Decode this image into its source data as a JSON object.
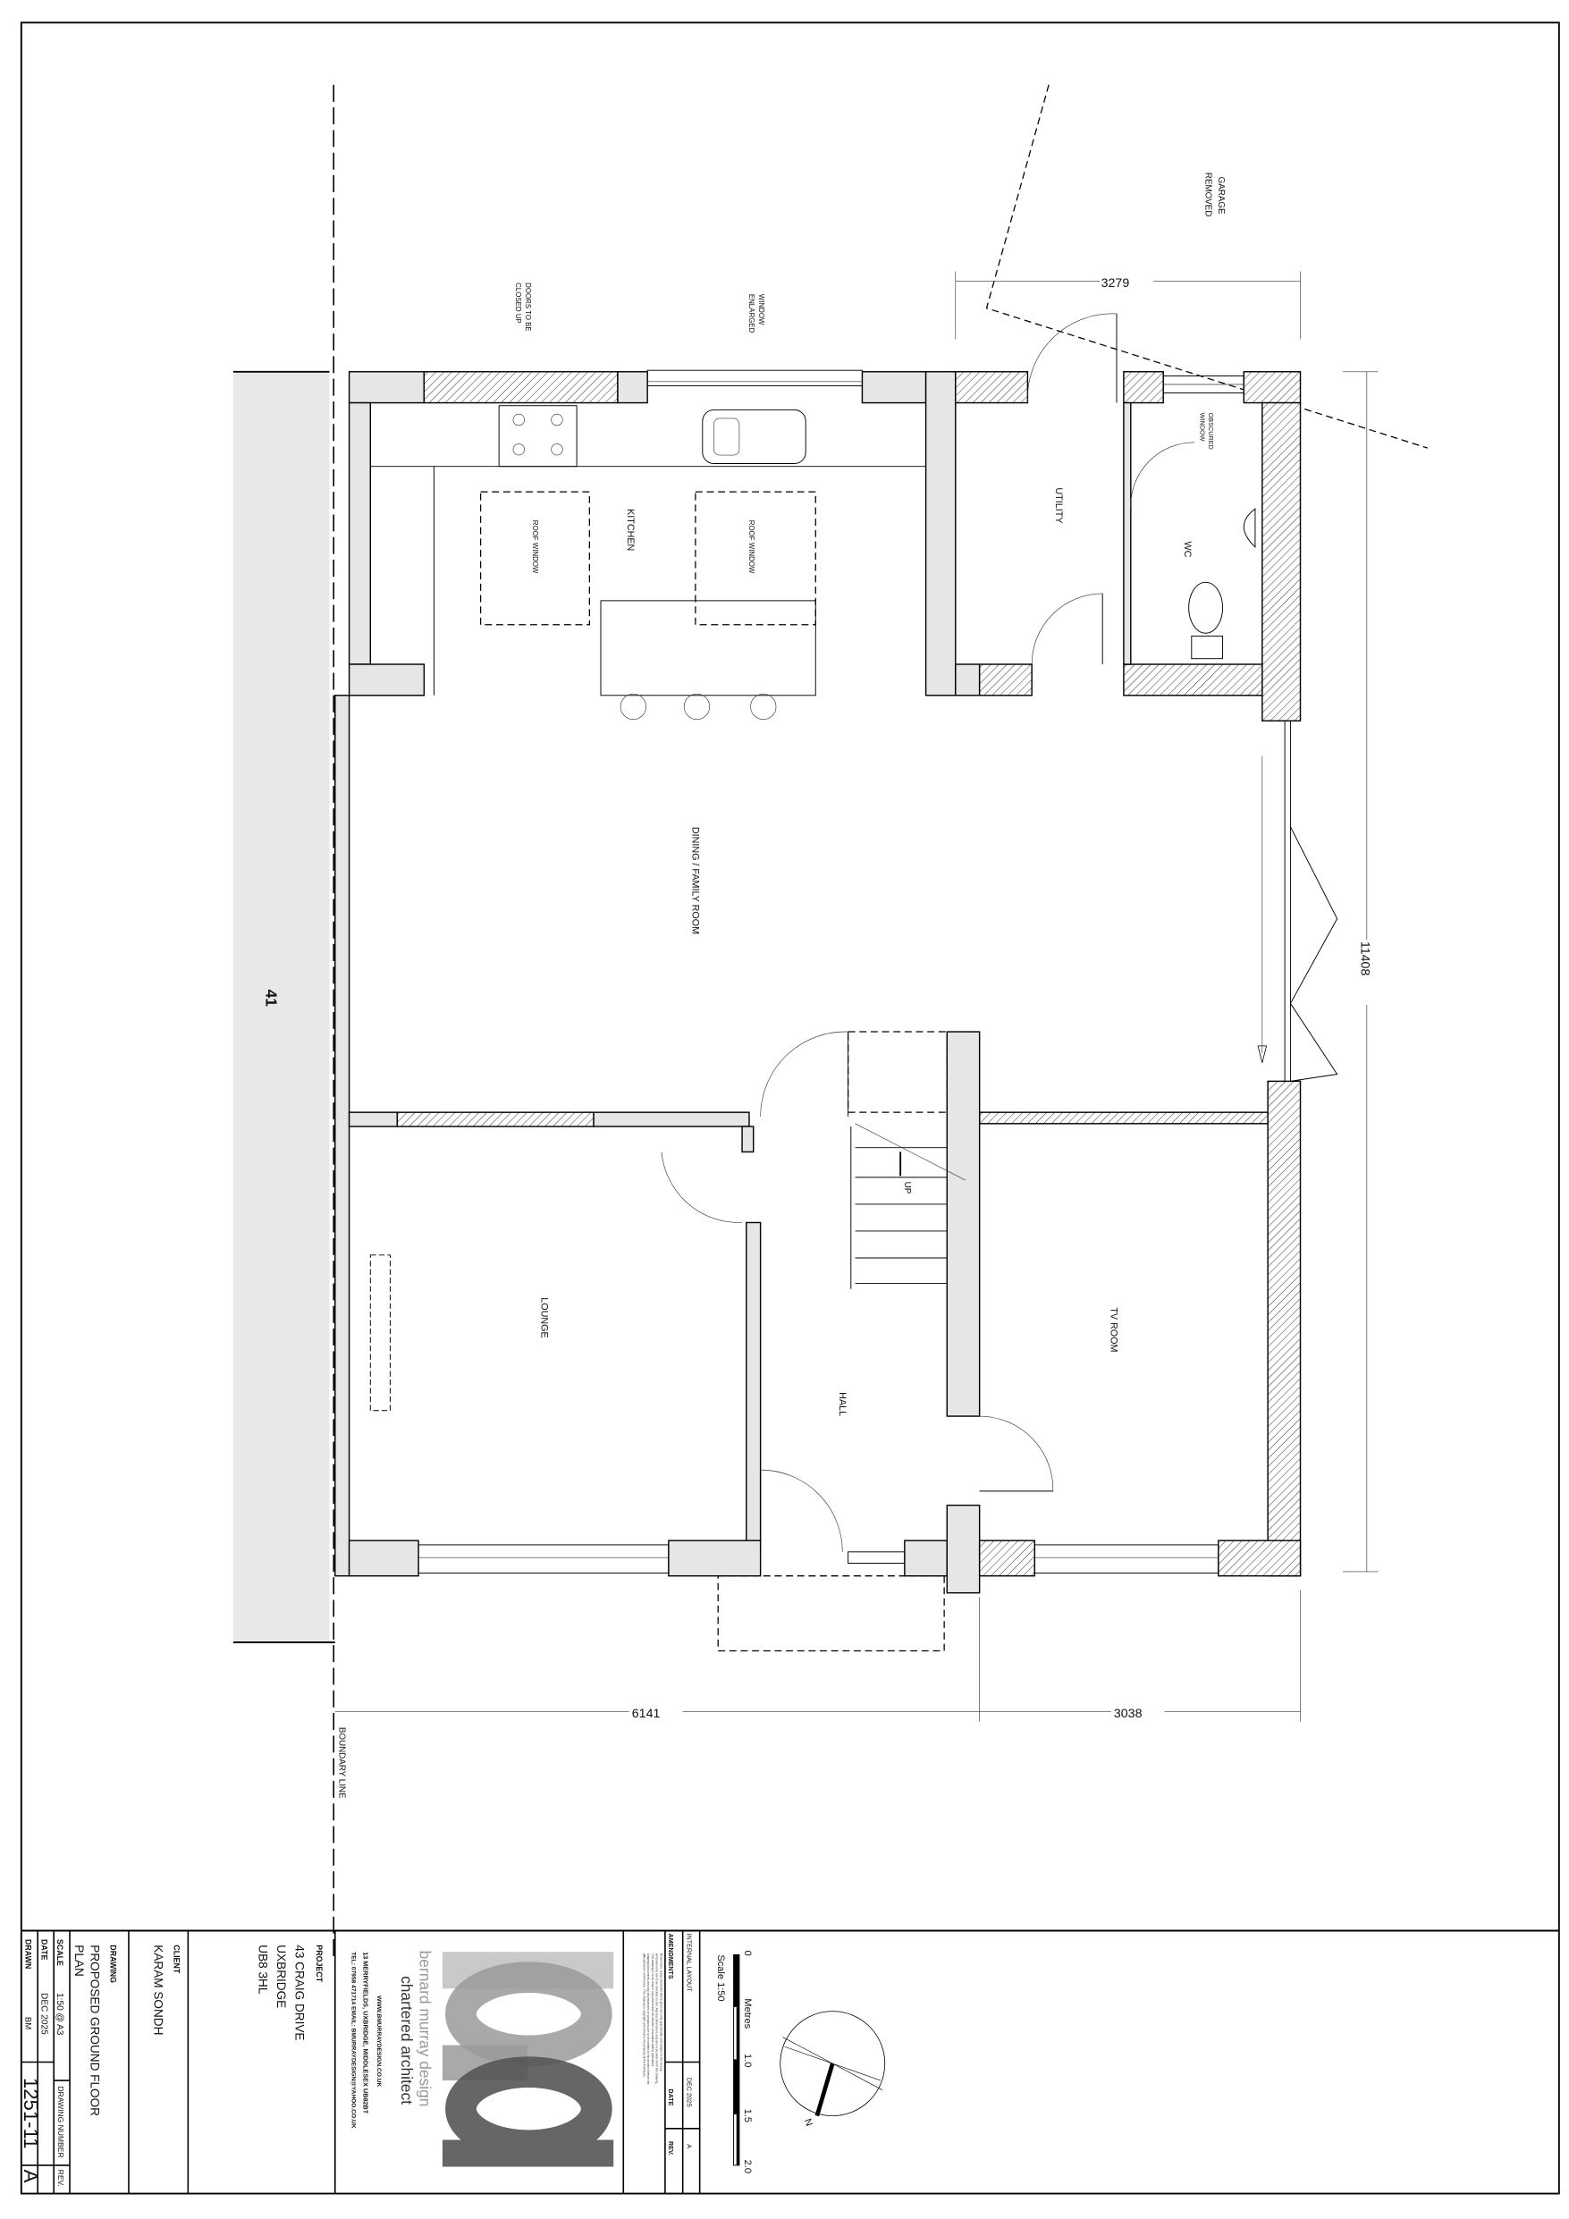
{
  "plan": {
    "neighbour_number": "41",
    "boundary_label": "BOUNDARY LINE",
    "annotations": {
      "garage": [
        "GARAGE",
        "REMOVED"
      ],
      "window_enlarged": [
        "WINDOW",
        "ENLARGED"
      ],
      "doors_closed": [
        "DOORS TO BE",
        "CLOSED UP"
      ],
      "obscured_window": [
        "OBSCURED",
        "WINDOW"
      ],
      "roof_window_1": "ROOF WINDOW",
      "roof_window_2": "ROOF WINDOW",
      "stair_up": "UP"
    },
    "rooms": {
      "kitchen": "KITCHEN",
      "utility": "UTILITY",
      "wc": "WC",
      "dining": "DINING / FAMILY ROOM",
      "lounge": "LOUNGE",
      "hall": "HALL",
      "tv_room": "TV ROOM"
    },
    "dimensions": {
      "top": "3279",
      "overall_depth": "11408",
      "front_left": "6141",
      "front_right": "3038"
    }
  },
  "title_block": {
    "amendments_header": "AMENDMENTS",
    "date_header": "DATE",
    "rev_header": "REV.",
    "amendment_entry": "INTERNAL LAYOUT",
    "amendment_date": "DEC 2025",
    "amendment_rev": "A",
    "notes": [
      "Dimensions, areas and levels where given are only approximate and subject to site survey.",
      "All dimensions are to be checked on site. Figured dimensions only are to be taken from this drawing.",
      "This drawing is to be read in conjunction with all relevant consultants and/or specialists",
      "drawings/documents and any discrepancies or variations are to be notified to the architect before the",
      "affected work commences. This drawing is copyright and remains the property of the Architects."
    ],
    "scale_bar": {
      "ticks": [
        "0",
        "1.0",
        "1.5",
        "2.0"
      ],
      "unit": "Metres",
      "caption": "Scale 1:50"
    },
    "north_label": "N",
    "firm": {
      "name": "bernard murray design",
      "subtitle": "chartered architect",
      "website": "WWW.BMURRAYDESIGN.CO.UK",
      "address": "13 MERRYFIELDS, UXBRIDGE, MIDDLESEX UB82BT",
      "contact": "TEL: 07958 471714    EMAIL: BMURRAYDESIGN@YAHOO.CO.UK"
    },
    "project_label": "PROJECT",
    "project_lines": [
      "43 CRAIG DRIVE",
      "UXBRIDGE",
      "UB8 3HL"
    ],
    "client_label": "CLIENT",
    "client": "KARAM SONDH",
    "drawing_label": "DRAWING",
    "drawing_lines": [
      "PROPOSED GROUND FLOOR",
      "PLAN"
    ],
    "scale_label": "SCALE",
    "scale": "1:50 @ A3",
    "date_label": "DATE",
    "date": "DEC 2025",
    "drawn_label": "DRAWN",
    "drawn": "BM",
    "drawing_number_label": "DRAWING NUMBER",
    "drawing_number": "1251-11",
    "rev_label": "REV.",
    "rev": "A"
  },
  "colors": {
    "wall_fill": "#e6e6e6",
    "neighbour_fill": "#e8e8e8",
    "logo_light": "#c9c9c9",
    "logo_mid": "#9a9a9a",
    "logo_dark": "#555555"
  }
}
